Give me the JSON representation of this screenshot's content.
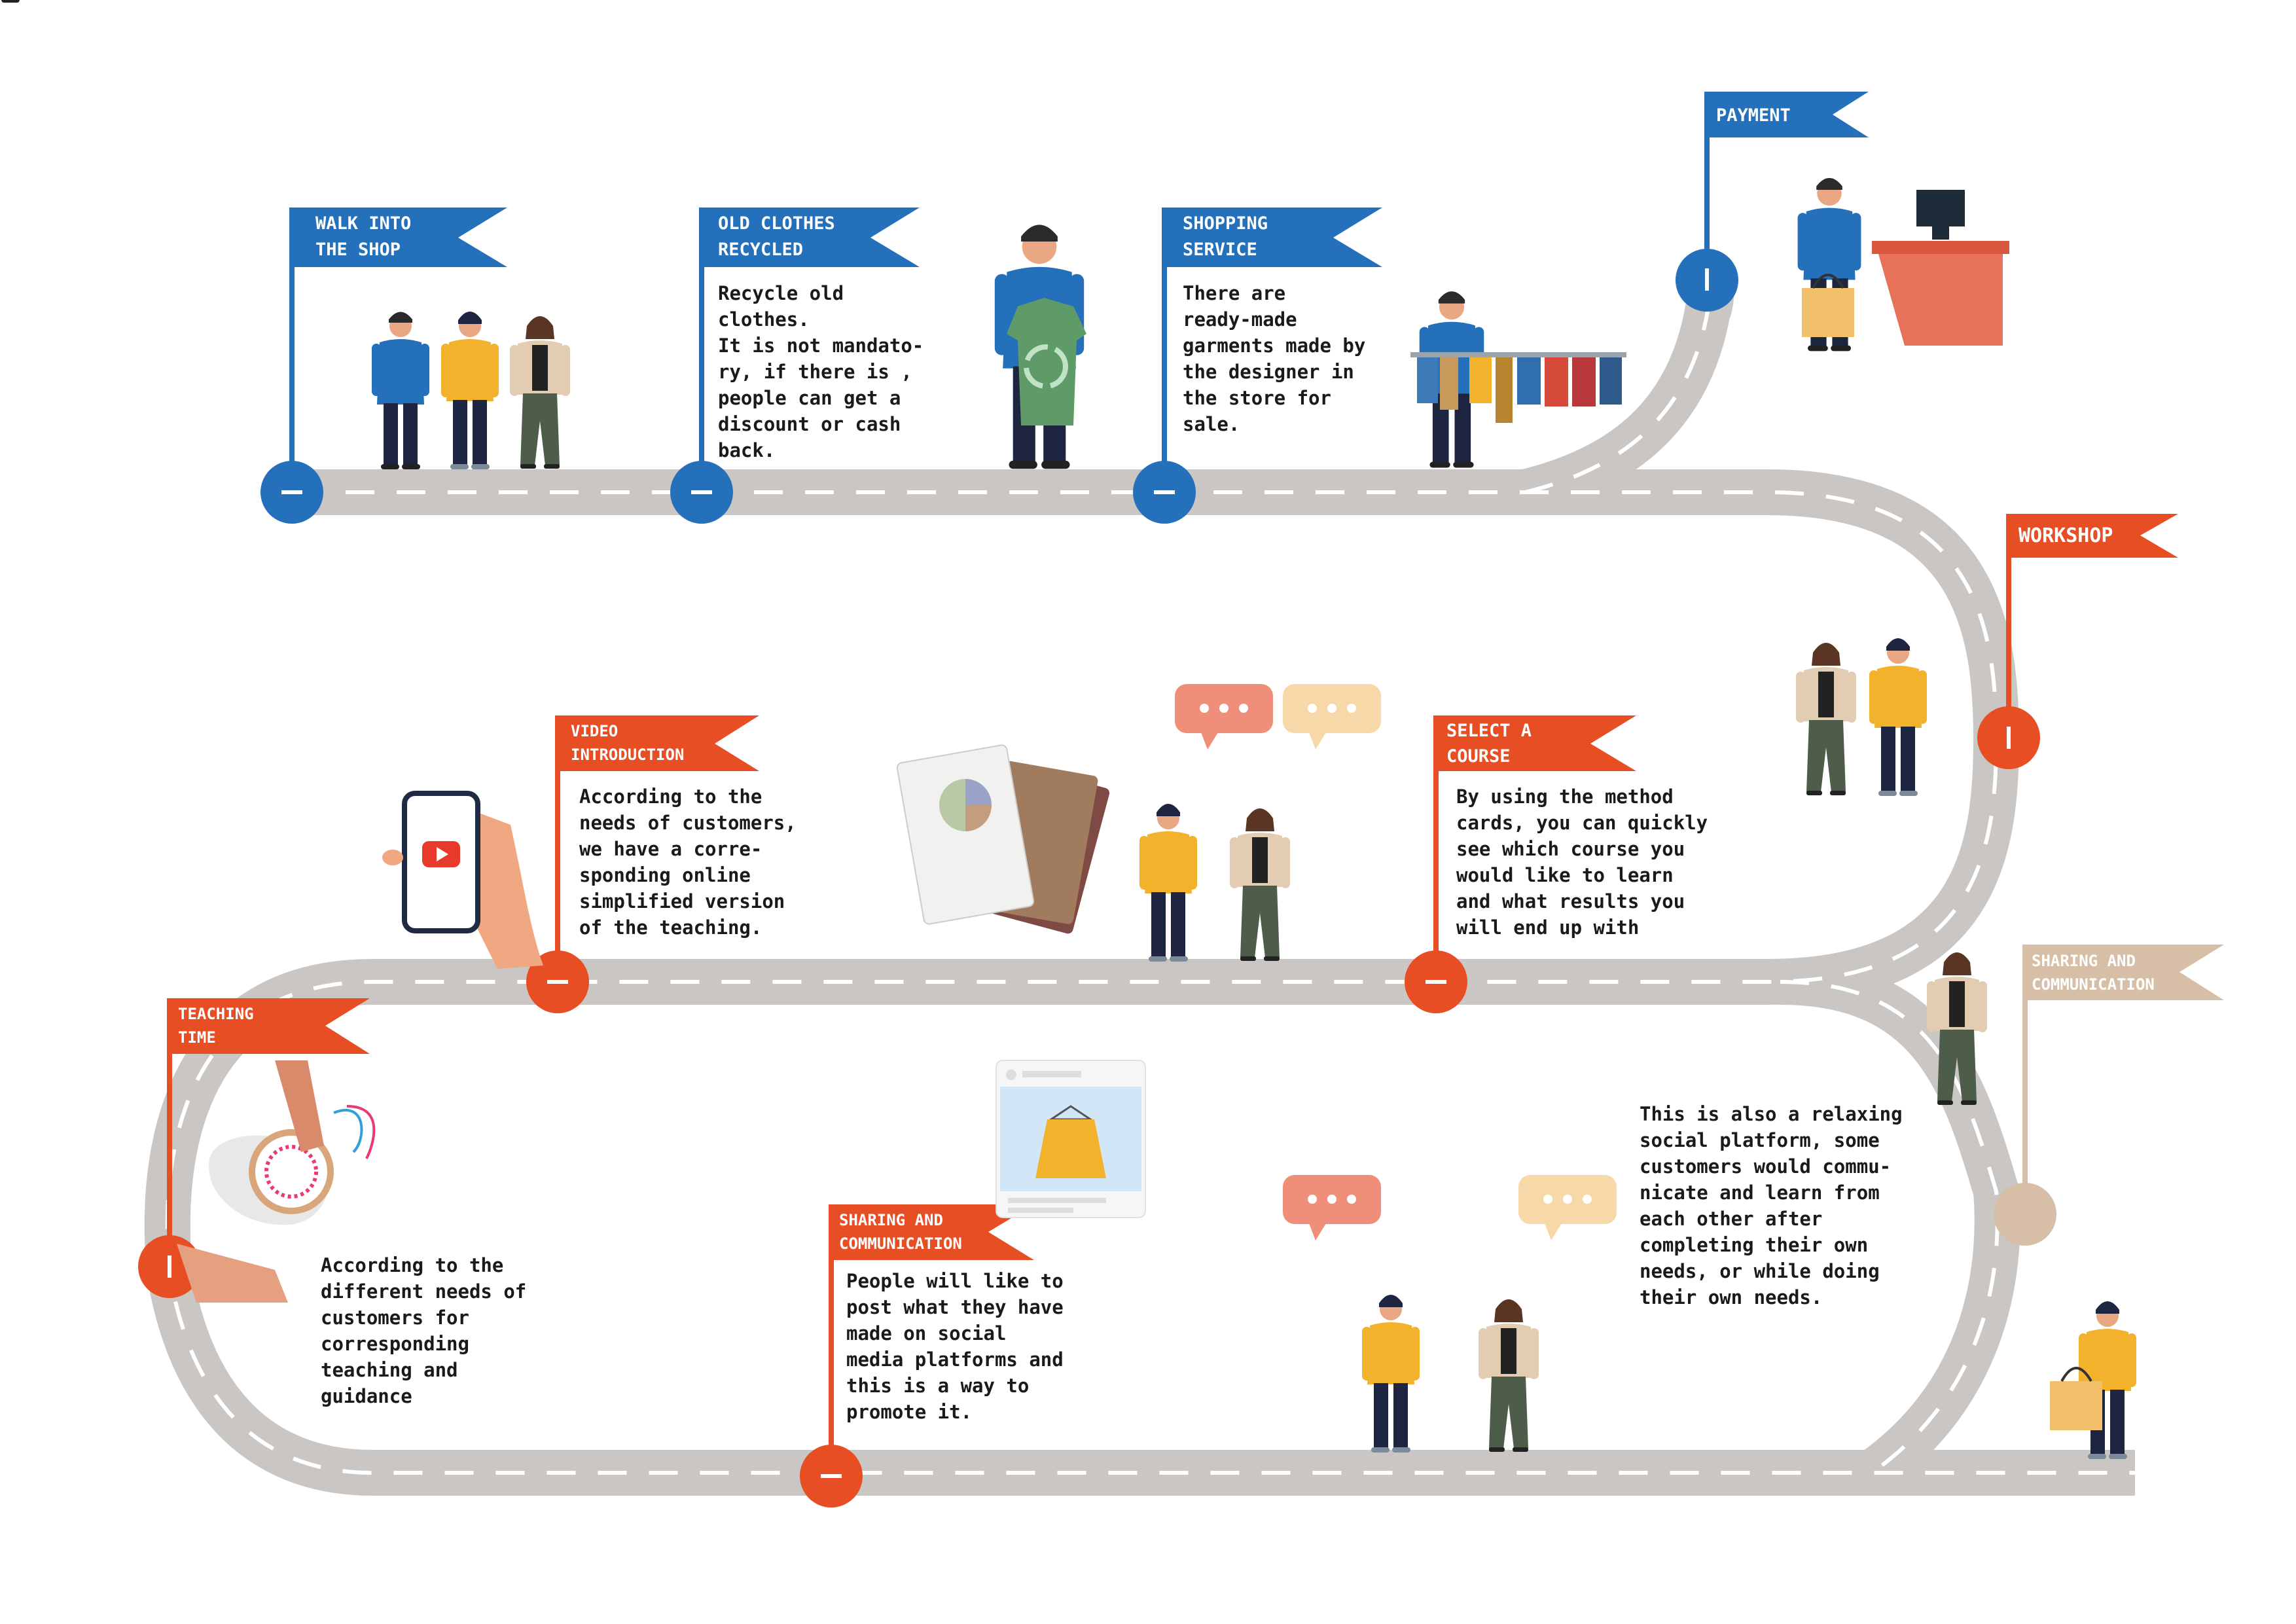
{
  "colors": {
    "road": "#c9c6c3",
    "road_dash": "#ffffff",
    "blue": "#2470bb",
    "orange": "#e84e24",
    "beige": "#d6bfa6",
    "payment_counter": "#e8715a"
  },
  "steps": [
    {
      "id": "walk",
      "title": [
        "WALK INTO",
        "THE SHOP"
      ],
      "color": "blue",
      "description": ""
    },
    {
      "id": "recycle",
      "title": [
        "OLD CLOTHES",
        "RECYCLED"
      ],
      "color": "blue",
      "description": "Recycle old\nclothes.\nIt is not mandato-\nry, if there is ,\npeople can get a\ndiscount or cash\nback."
    },
    {
      "id": "shopping",
      "title": [
        "SHOPPING",
        "SERVICE"
      ],
      "color": "blue",
      "description": "There are\nready-made\ngarments made by\nthe designer in\nthe store for\nsale."
    },
    {
      "id": "payment",
      "title": [
        "PAYMENT"
      ],
      "color": "blue",
      "description": ""
    },
    {
      "id": "workshop",
      "title": [
        "WORKSHOP"
      ],
      "color": "orange",
      "description": ""
    },
    {
      "id": "select",
      "title": [
        "SELECT A",
        "COURSE"
      ],
      "color": "orange",
      "description": "By using the method\ncards, you can quickly\nsee which course you\nwould like to learn\nand what results you\nwill end up with"
    },
    {
      "id": "video",
      "title": [
        "VIDEO",
        "INTRODUCTION"
      ],
      "color": "orange",
      "description": "According to the\nneeds of customers,\nwe have a corre-\nsponding online\nsimplified version\nof the teaching."
    },
    {
      "id": "teaching",
      "title": [
        "TEACHING",
        "TIME"
      ],
      "color": "orange",
      "description": "According to the\ndifferent needs of\ncustomers for\ncorresponding\nteaching and\nguidance"
    },
    {
      "id": "sharing_bottom",
      "title": [
        "SHARING AND",
        "COMMUNICATION"
      ],
      "color": "orange",
      "description": "People will like to\npost what they have\nmade on social\nmedia platforms and\nthis is a way to\npromote it."
    },
    {
      "id": "sharing_right",
      "title": [
        "SHARING AND",
        "COMMUNICATION"
      ],
      "color": "beige",
      "description": "This is also a relaxing\nsocial platform, some\ncustomers would commu-\nnicate and learn from\neach other after\ncompleting their own\nneeds, or while doing\ntheir own needs."
    }
  ],
  "icons": {
    "speech_bubble": "ellipsis-speech-bubble-icon",
    "video_play": "play-button-icon",
    "recycle": "recycle-icon",
    "hanger": "hanger-icon",
    "cash_register": "cash-register-icon",
    "shopping_bag": "shopping-bag-icon"
  }
}
